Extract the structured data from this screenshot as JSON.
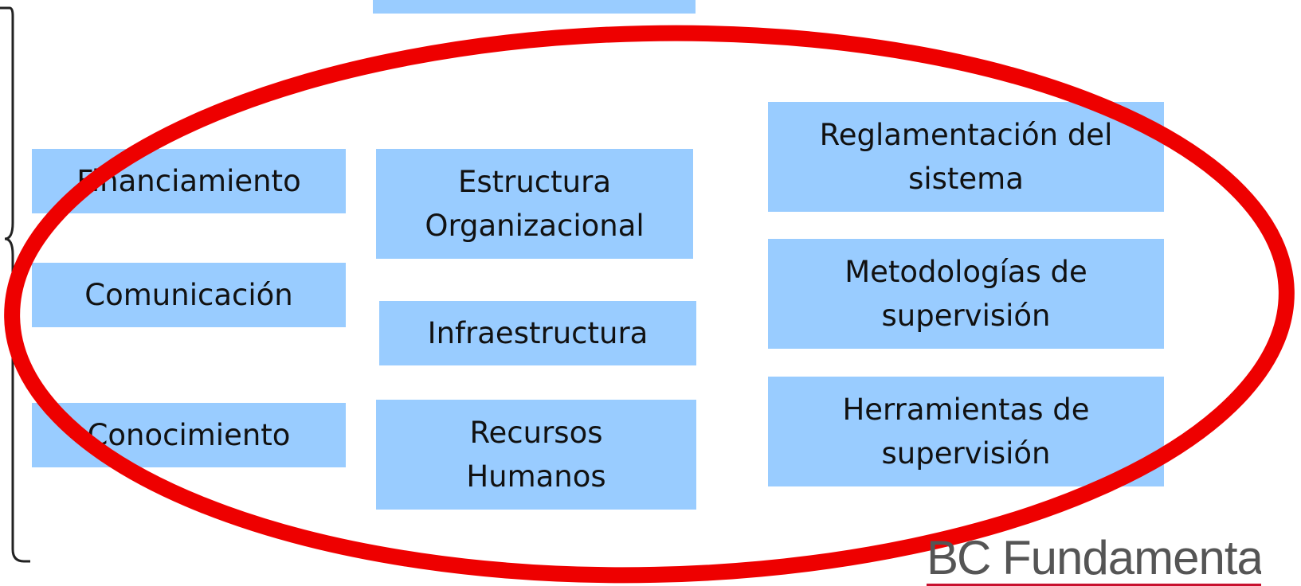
{
  "diagram": {
    "top_box": "",
    "col_left": [
      "Financiamiento",
      "Comunicación",
      "Conocimiento"
    ],
    "col_mid": [
      "Estructura\nOrganizacional",
      "Infraestructura",
      "Recursos\nHumanos"
    ],
    "col_right": [
      "Reglamentación del\nsistema",
      "Metodologías de\nsupervisión",
      "Herramientas de\nsupervisión"
    ]
  },
  "logo": {
    "text_bc": "BC",
    "text_rest": "Fundamenta"
  },
  "colors": {
    "box_fill": "#99ccff",
    "ellipse_stroke": "#ee0000",
    "brace_stroke": "#222222",
    "logo_text": "#555555",
    "logo_rule": "#c8102e"
  },
  "icons": [
    "red-ellipse-highlight",
    "left-curly-brace"
  ]
}
